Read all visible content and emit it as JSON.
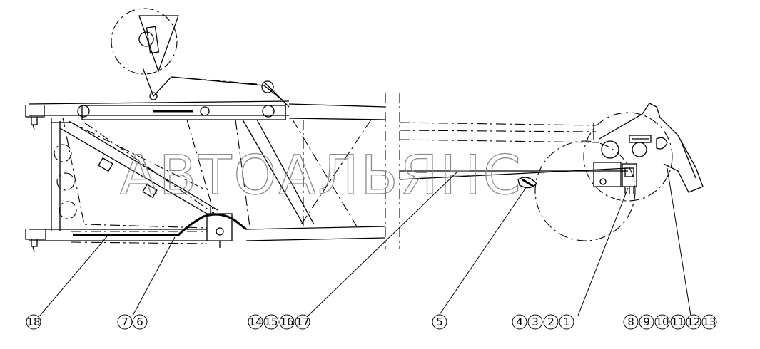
{
  "watermark": "АВТОАЛЬЯНС",
  "callouts": {
    "c18": "18",
    "c7": "7",
    "c6": "6",
    "c14": "14",
    "c15": "15",
    "c16": "16",
    "c17": "17",
    "c5": "5",
    "c4": "4",
    "c3": "3",
    "c2": "2",
    "c1": "1",
    "c8": "8",
    "c9": "9",
    "c10": "10",
    "c11": "11",
    "c12": "12",
    "c13": "13"
  }
}
